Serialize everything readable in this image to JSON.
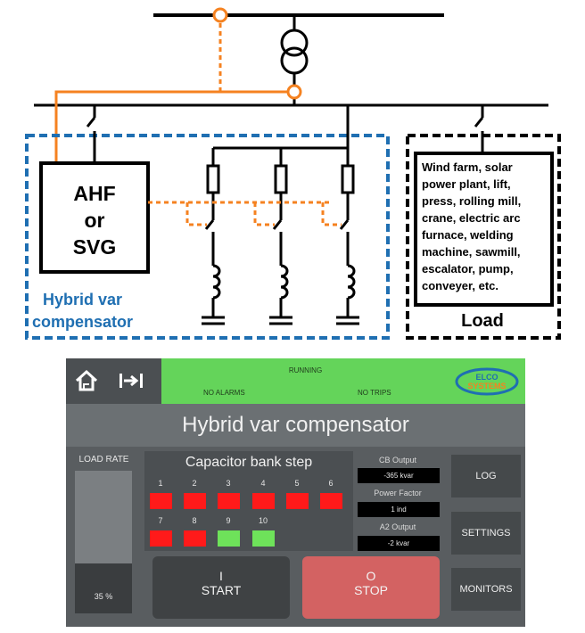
{
  "diagram": {
    "ahf_lines": [
      "AHF",
      "or",
      "SVG"
    ],
    "hybrid_label_lines": [
      "Hybrid var",
      "compensator"
    ],
    "load_description_lines": [
      "Wind farm, solar",
      "power plant, lift,",
      "press, rolling mill,",
      "crane, electric arc",
      "furnace, welding",
      "machine, sawmill,",
      "escalator, pump,",
      "conveyer, etc."
    ],
    "load_label": "Load",
    "colors": {
      "signal": "#f58220",
      "compensator_border": "#1f6fb2",
      "line": "#000000"
    }
  },
  "hmi": {
    "icons": {
      "home": "home-icon",
      "exit": "exit-icon"
    },
    "status": {
      "running": "RUNNING",
      "alarms": "NO ALARMS",
      "trips": "NO TRIPS"
    },
    "logo_text": [
      "ELCO",
      "SYSTEMS"
    ],
    "title": "Hybrid var compensator",
    "load_rate": {
      "label": "LOAD RATE",
      "value_text": "35 %",
      "percent": 35
    },
    "capacitor": {
      "title": "Capacitor bank step",
      "steps": [
        {
          "num": "1",
          "state": "off"
        },
        {
          "num": "2",
          "state": "off"
        },
        {
          "num": "3",
          "state": "off"
        },
        {
          "num": "4",
          "state": "off"
        },
        {
          "num": "5",
          "state": "off"
        },
        {
          "num": "6",
          "state": "off"
        },
        {
          "num": "7",
          "state": "off"
        },
        {
          "num": "8",
          "state": "off"
        },
        {
          "num": "9",
          "state": "on"
        },
        {
          "num": "10",
          "state": "on"
        }
      ]
    },
    "readouts": [
      {
        "label": "CB Output",
        "value": "-365 kvar"
      },
      {
        "label": "Power Factor",
        "value": "1 ind"
      },
      {
        "label": "A2 Output",
        "value": "-2 kvar"
      }
    ],
    "buttons": {
      "start_symbol": "I",
      "start_label": "START",
      "stop_symbol": "O",
      "stop_label": "STOP",
      "log": "LOG",
      "settings": "SETTINGS",
      "monitors": "MONITORS"
    },
    "colors": {
      "status_ok": "#64d45a",
      "step_off": "#ff1a1a",
      "step_on": "#6ee25a",
      "stop": "#d36262"
    }
  }
}
